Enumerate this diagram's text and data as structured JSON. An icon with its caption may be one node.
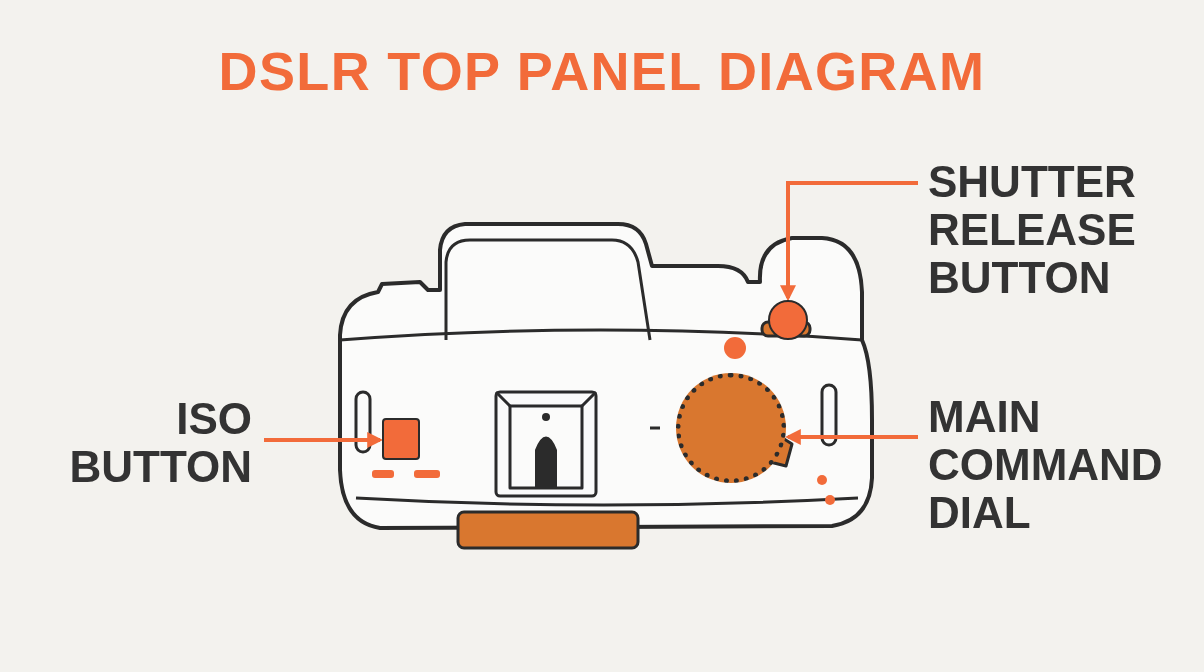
{
  "diagram": {
    "title": "DSLR TOP PANEL DIAGRAM",
    "nodes": [
      {
        "text": [
          "SHUTTER RELEASE BUTTON"
        ]
      },
      {
        "text": [],
        "shape": "circle"
      },
      {
        "text": [
          "ISO BUTTON"
        ]
      },
      {
        "text": [],
        "shape": "box"
      },
      {
        "text": [
          "MAIN COMMAND DIAL"
        ]
      },
      {
        "text": [],
        "shape": "circle"
      }
    ],
    "edges": [
      {
        "from": 0,
        "to": 1,
        "arrow": "to"
      },
      {
        "from": 2,
        "to": 3,
        "arrow": "to"
      },
      {
        "from": 4,
        "to": 5,
        "arrow": "to"
      }
    ]
  }
}
